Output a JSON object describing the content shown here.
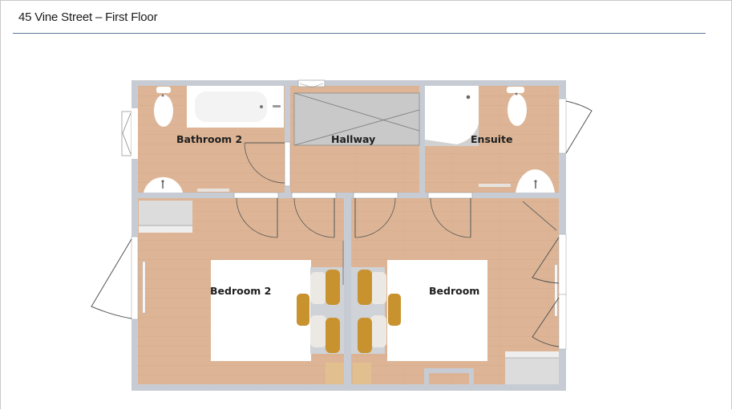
{
  "header": {
    "title": "45 Vine Street – First Floor"
  },
  "floorplan": {
    "colors": {
      "wall": "#c7ccd4",
      "floor": "#ddb596",
      "fixture": "#ffffff",
      "stair": "#c9c9c9",
      "accent_pillow": "#c8922e",
      "door_line": "#555555"
    },
    "rooms": [
      {
        "id": "bathroom2",
        "label": "Bathroom 2"
      },
      {
        "id": "hallway",
        "label": "Hallway"
      },
      {
        "id": "ensuite",
        "label": "Ensuite"
      },
      {
        "id": "bedroom2",
        "label": "Bedroom 2"
      },
      {
        "id": "bedroom",
        "label": "Bedroom"
      }
    ]
  }
}
